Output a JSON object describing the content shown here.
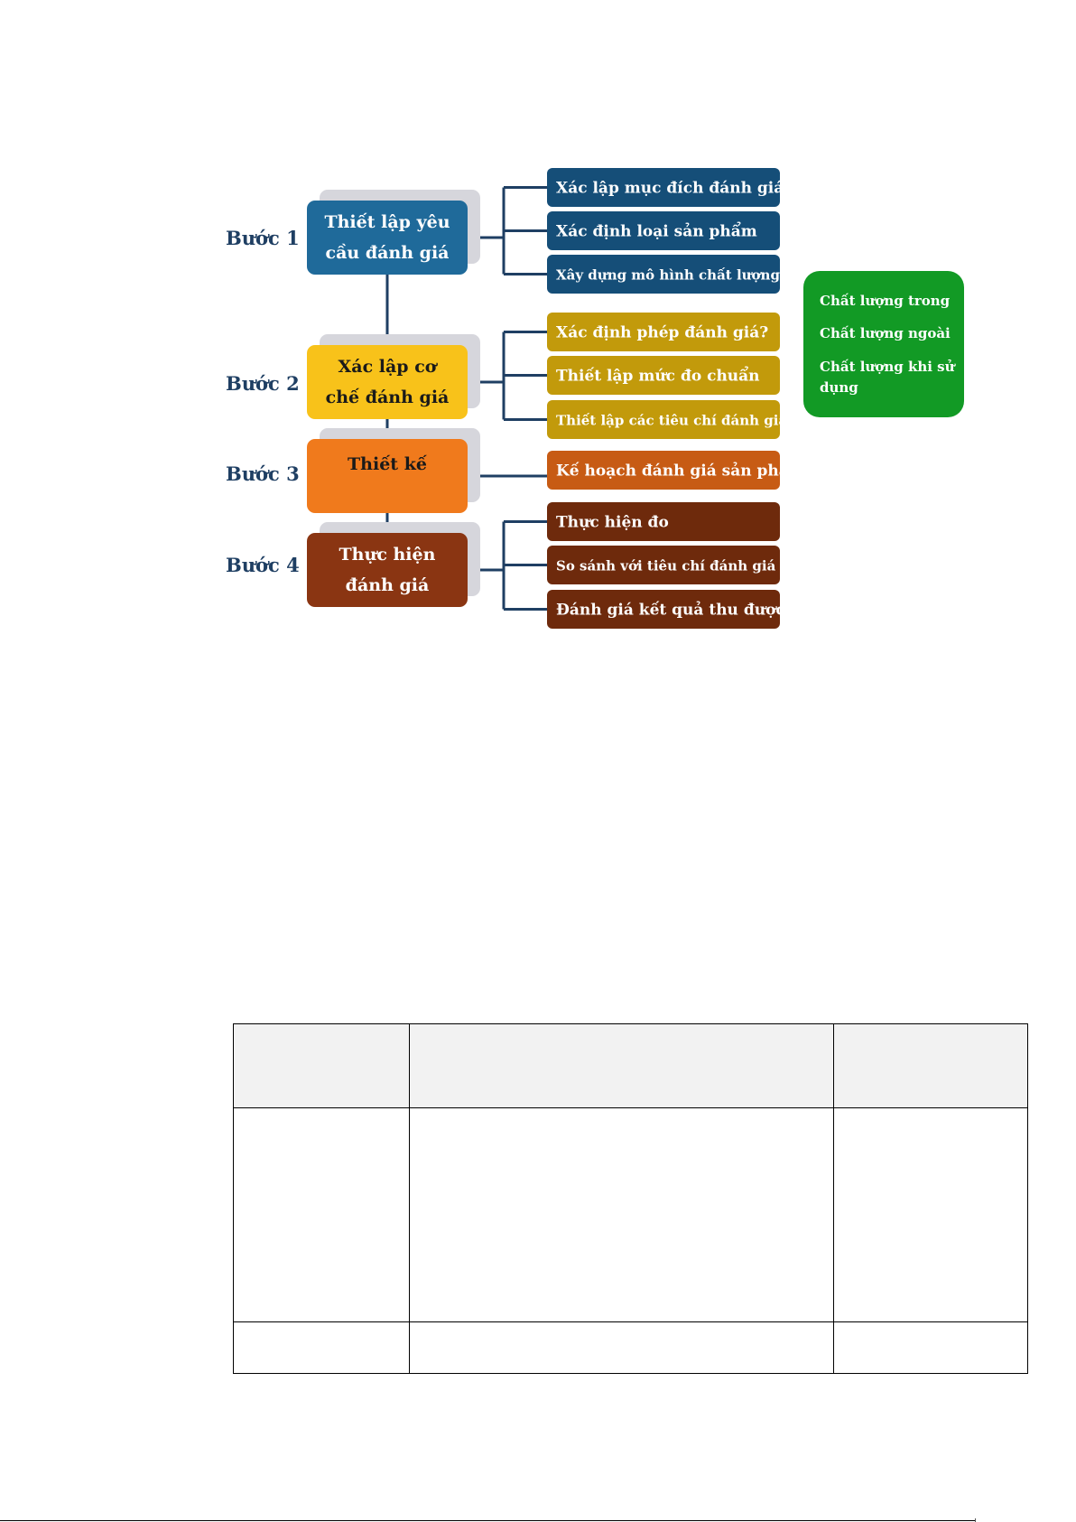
{
  "steps": [
    {
      "label": "Bước 1",
      "box_lines": [
        "Thiết lập yêu",
        "cầu đánh giá"
      ],
      "color": "#1f6a9a",
      "text_color": "#ffffff",
      "subs": [
        "Xác lập mục đích đánh giá",
        "Xác định loại sản phẩm",
        "Xây dựng mô hình chất lượng"
      ],
      "sub_color": "#154e78"
    },
    {
      "label": "Bước 2",
      "box_lines": [
        "Xác lập cơ",
        "chế đánh giá"
      ],
      "color": "#f8c21a",
      "text_color": "#1a1a1a",
      "subs": [
        "Xác định phép đánh giá?",
        "Thiết lập mức đo chuẩn",
        "Thiết lập các tiêu chí đánh giá"
      ],
      "sub_color": "#c29a0b"
    },
    {
      "label": "Bước 3",
      "box_lines": [
        "Thiết kế"
      ],
      "color": "#f07a1c",
      "text_color": "#1a1a1a",
      "subs": [
        "Kế hoạch đánh giá sản phẩm"
      ],
      "sub_color": "#c75b14"
    },
    {
      "label": "Bước 4",
      "box_lines": [
        "Thực hiện",
        "đánh giá"
      ],
      "color": "#8a3512",
      "text_color": "#ffffff",
      "subs": [
        "Thực hiện đo",
        "So sánh với tiêu chí đánh giá",
        "Đánh giá kết quả thu được"
      ],
      "sub_color": "#6e2a0c"
    }
  ],
  "quality_box": {
    "color": "#129a25",
    "items": [
      "Chất lượng trong",
      "Chất lượng ngoài",
      "Chất lượng khi sử",
      "dụng"
    ]
  },
  "colors": {
    "connector": "#1f3f63",
    "shadow": "#d6d6dc"
  },
  "table": {
    "headers": [
      "",
      "",
      ""
    ],
    "rows": [
      [
        "",
        "",
        ""
      ],
      [
        "",
        "",
        ""
      ]
    ]
  }
}
